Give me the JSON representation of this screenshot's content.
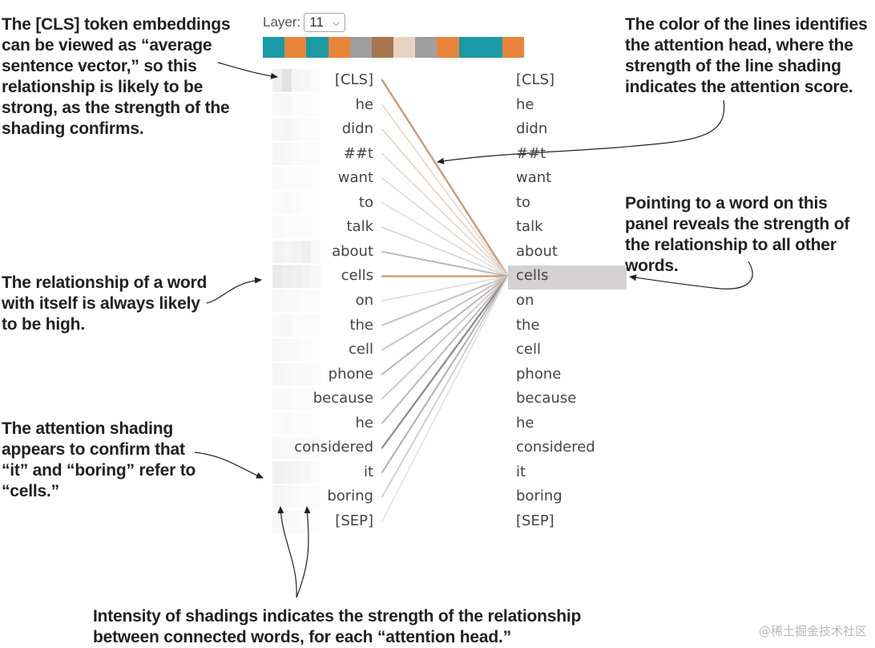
{
  "layer": {
    "label": "Layer:",
    "selected": "11"
  },
  "head_colors": [
    "#1a9aa5",
    "#e8853a",
    "#1a9aa5",
    "#e8853a",
    "#9e9ea0",
    "#a7764e",
    "#e8d3c1",
    "#9e9ea0",
    "#e8853a",
    "#1a9aa5",
    "#1a9aa5",
    "#e8853a"
  ],
  "tokens": [
    "[CLS]",
    "he",
    "didn",
    "##t",
    "want",
    "to",
    "talk",
    "about",
    "cells",
    "on",
    "the",
    "cell",
    "phone",
    "because",
    "he",
    "considered",
    "it",
    "boring",
    "[SEP]"
  ],
  "selected_token": "cells",
  "attention_lines": [
    {
      "to": "[CLS]",
      "color": "#c99674",
      "strength": 0.85
    },
    {
      "to": "he",
      "color": "#e9d2c4",
      "strength": 0.25
    },
    {
      "to": "didn",
      "color": "#e4d1c4",
      "strength": 0.3
    },
    {
      "to": "##t",
      "color": "#e2d6cf",
      "strength": 0.3
    },
    {
      "to": "want",
      "color": "#e0d8d4",
      "strength": 0.3
    },
    {
      "to": "to",
      "color": "#e3dcd8",
      "strength": 0.3
    },
    {
      "to": "talk",
      "color": "#d9d4d3",
      "strength": 0.35
    },
    {
      "to": "about",
      "color": "#b9b5b6",
      "strength": 0.55
    },
    {
      "to": "cells",
      "color": "#d59a72",
      "strength": 0.9
    },
    {
      "to": "on",
      "color": "#dedbdb",
      "strength": 0.35
    },
    {
      "to": "the",
      "color": "#c2bfc0",
      "strength": 0.5
    },
    {
      "to": "cell",
      "color": "#c6c2c3",
      "strength": 0.5
    },
    {
      "to": "phone",
      "color": "#b8b4b5",
      "strength": 0.55
    },
    {
      "to": "because",
      "color": "#cbc8c8",
      "strength": 0.5
    },
    {
      "to": "he",
      "color": "#bcb9ba",
      "strength": 0.55
    },
    {
      "to": "considered",
      "color": "#8d8a8b",
      "strength": 0.8
    },
    {
      "to": "it",
      "color": "#b2aeb0",
      "strength": 0.6
    },
    {
      "to": "boring",
      "color": "#cfcbcc",
      "strength": 0.45
    },
    {
      "to": "[SEP]",
      "color": "#e6e1de",
      "strength": 0.3
    }
  ],
  "annotations": {
    "cls": "The [CLS] token embeddings can be viewed as “average sentence vector,” so this relationship is likely to be strong, as the strength of the shading confirms.",
    "color": "The color of the lines identifies the attention head, where the strength of the line shading indicates the attention score.",
    "point": "Pointing to a word on this panel reveals the strength of the relationship to all other words.",
    "self": "The relationship of a word with itself is always likely to be high.",
    "it": "The attention shading appears to confirm that “it” and “boring” refer to “cells.”",
    "intensity": "Intensity of shadings indicates the strength of the relationship between connected words, for each “attention head.”"
  },
  "watermark": "@稀土掘金技术社区"
}
